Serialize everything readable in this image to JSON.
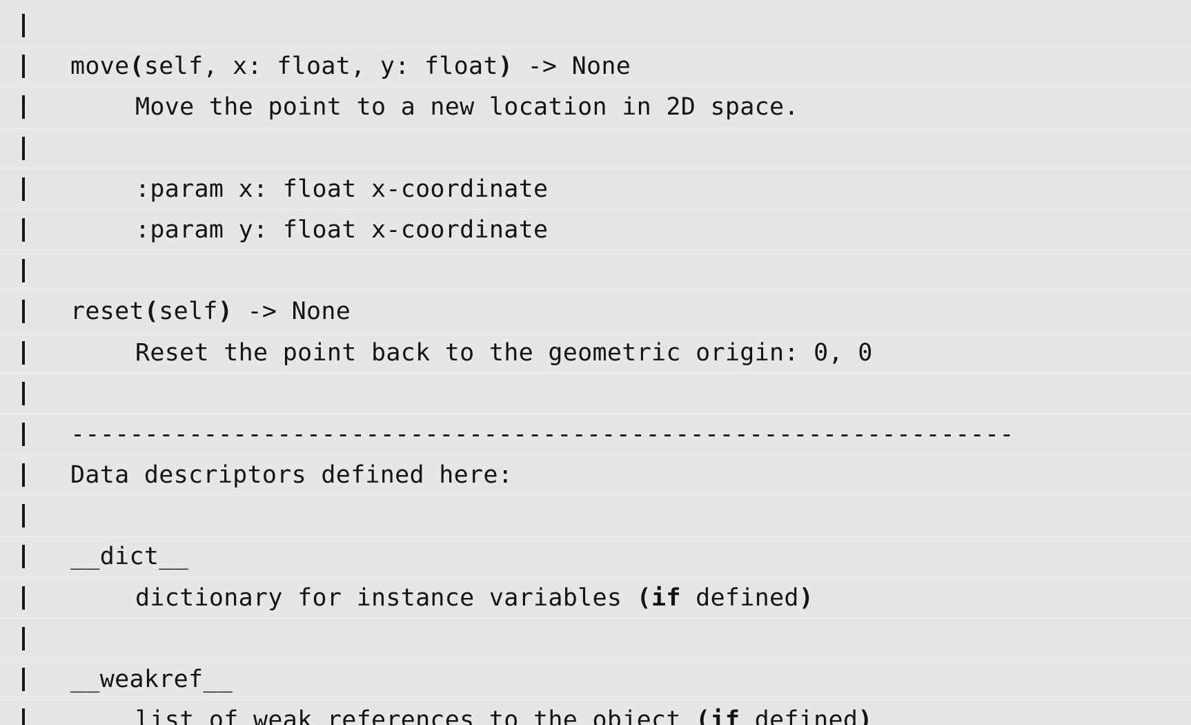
{
  "help_output": {
    "method_move": {
      "name": "move",
      "open": "(",
      "params": "self, x: float, y: float",
      "close": ")",
      "ret": " -> None",
      "doc": "Move the point to a new location in 2D space.",
      "param_x": ":param x: float x-coordinate",
      "param_y": ":param y: float x-coordinate"
    },
    "method_reset": {
      "name": "reset",
      "open": "(",
      "params": "self",
      "close": ")",
      "ret": " -> None",
      "doc": "Reset the point back to the geometric origin: 0, 0"
    },
    "separator": "----------------------------------------------------------------",
    "section_heading": "Data descriptors defined here:",
    "descriptor_dict": {
      "name": "__dict__",
      "doc_prefix": "dictionary for instance variables ",
      "doc_paren_open": "(",
      "doc_kw": "if",
      "doc_rest": " defined",
      "doc_paren_close": ")"
    },
    "descriptor_weakref": {
      "name": "__weakref__",
      "doc_prefix": "list of weak references to the object ",
      "doc_paren_open": "(",
      "doc_kw": "if",
      "doc_rest": " defined",
      "doc_paren_close": ")"
    }
  }
}
